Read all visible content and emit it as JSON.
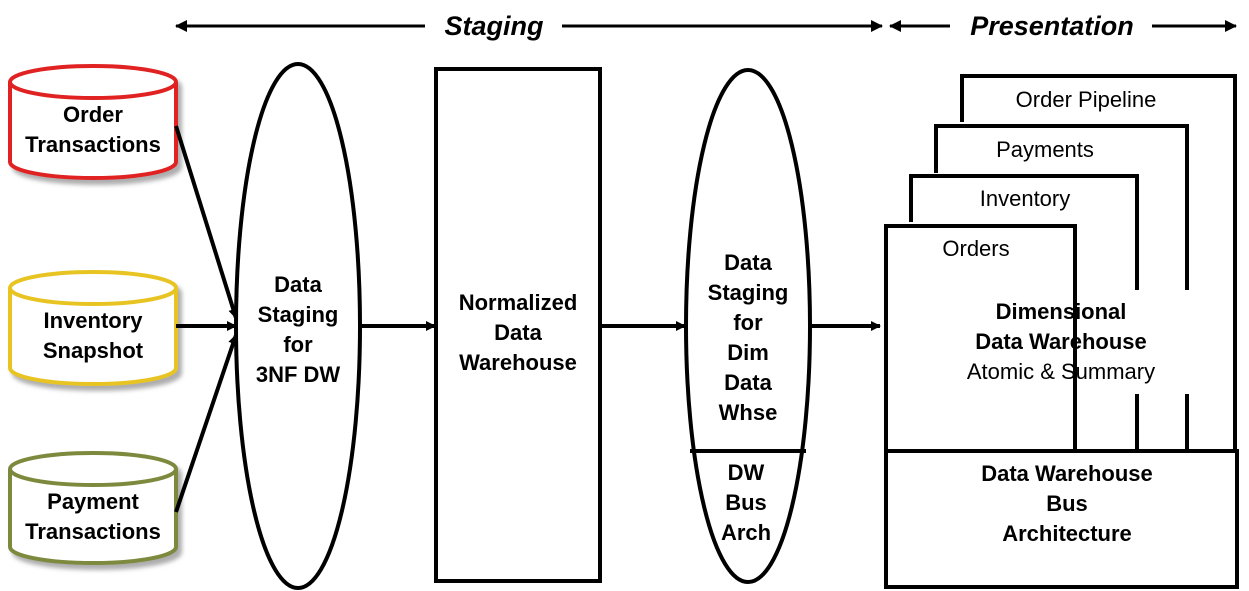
{
  "headers": {
    "staging": "Staging",
    "presentation": "Presentation"
  },
  "sources": [
    {
      "line1": "Order",
      "line2": "Transactions",
      "color": "#e02020"
    },
    {
      "line1": "Inventory",
      "line2": "Snapshot",
      "color": "#e8c420"
    },
    {
      "line1": "Payment",
      "line2": "Transactions",
      "color": "#7d8a3c"
    }
  ],
  "staging_3nf": {
    "lines": [
      "Data",
      "Staging",
      "for",
      "3NF DW"
    ]
  },
  "normalized_dw": {
    "lines": [
      "Normalized",
      "Data",
      "Warehouse"
    ]
  },
  "staging_dim": {
    "lines": [
      "Data",
      "Staging",
      "for",
      "Dim",
      "Data",
      "Whse"
    ],
    "bus_lines": [
      "DW",
      "Bus",
      "Arch"
    ]
  },
  "presentation": {
    "tabs": [
      "Order Pipeline",
      "Payments",
      "Inventory",
      "Orders"
    ],
    "main_title": [
      "Dimensional",
      "Data Warehouse"
    ],
    "main_subtitle": "Atomic & Summary",
    "bus_lines": [
      "Data Warehouse",
      "Bus",
      "Architecture"
    ]
  }
}
